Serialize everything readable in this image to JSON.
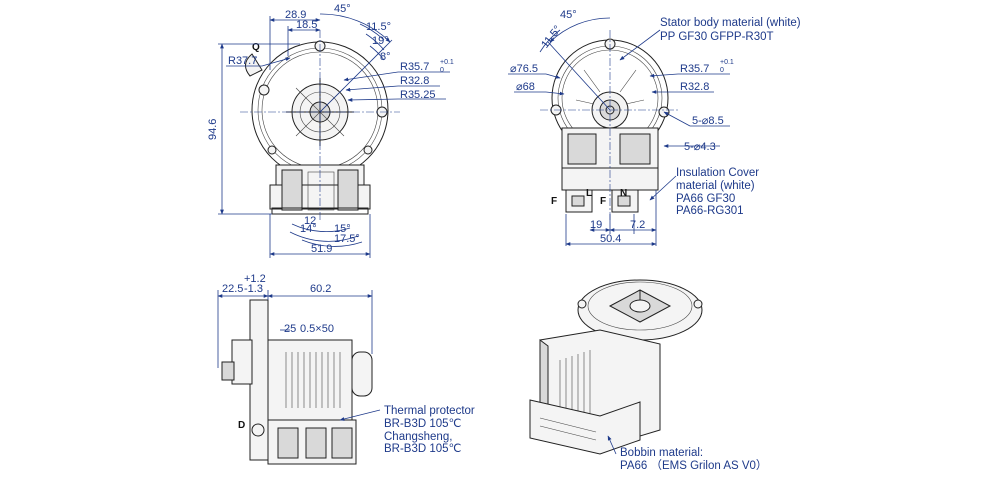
{
  "colors": {
    "dimension": "#1e3a8a",
    "outline": "#222222",
    "background": "#ffffff"
  },
  "view1": {
    "dims": {
      "d_28_9": "28.9",
      "d_18_5": "18.5",
      "d_45": "45°",
      "d_11_5": "11.5°",
      "d_19": "19°",
      "d_8": "8°",
      "d_r37": "R37.7",
      "d_r35_7": "R35.7",
      "d_tol_up": "+0.1",
      "d_tol_dn": "0",
      "d_r32_8": "R32.8",
      "d_r35_25": "R35.25",
      "d_94_6": "94.6",
      "d_12": "12",
      "d_14": "14°",
      "d_15": "15°",
      "d_17_5": "17.5°",
      "d_51_9": "51.9"
    },
    "labels": {
      "q": "Q"
    }
  },
  "view2": {
    "dims": {
      "d_45": "45°",
      "d_11_5": "11.5°",
      "d_76_5": "⌀76.5",
      "d_68": "⌀68",
      "d_r35_7": "R35.7",
      "d_tol_up": "+0.1",
      "d_tol_dn": "0",
      "d_r32_8": "R32.8",
      "d_5_8_5": "5-⌀8.5",
      "d_5_4_3": "5-⌀4.3",
      "d_19": "19",
      "d_7_2": "7.2",
      "d_50_4": "50.4"
    },
    "labels": {
      "f": "F",
      "l": "L",
      "f2": "F",
      "n": "N"
    },
    "notes": {
      "stator_1": "Stator body material (white)",
      "stator_2": "PP GF30 GFPP-R30T",
      "ins_1": "Insulation Cover",
      "ins_2": "material (white)",
      "ins_3": "PA66 GF30",
      "ins_4": "PA66-RG301"
    }
  },
  "view3": {
    "dims": {
      "d_22_5": "22.5",
      "d_tol_up": "+1.2",
      "d_tol_dn": "-1.3",
      "d_60_2": "60.2",
      "d_25": "25",
      "d_05x50": "0.5×50"
    },
    "labels": {
      "d": "D"
    },
    "notes": {
      "thermal_1": "Thermal protector",
      "thermal_2": "BR-B3D 105℃",
      "thermal_3": "Changsheng,",
      "thermal_4": "BR-B3D 105℃"
    }
  },
  "view4": {
    "notes": {
      "bobbin_1": "Bobbin material:",
      "bobbin_2": "PA66 （EMS Grilon AS V0）"
    }
  }
}
